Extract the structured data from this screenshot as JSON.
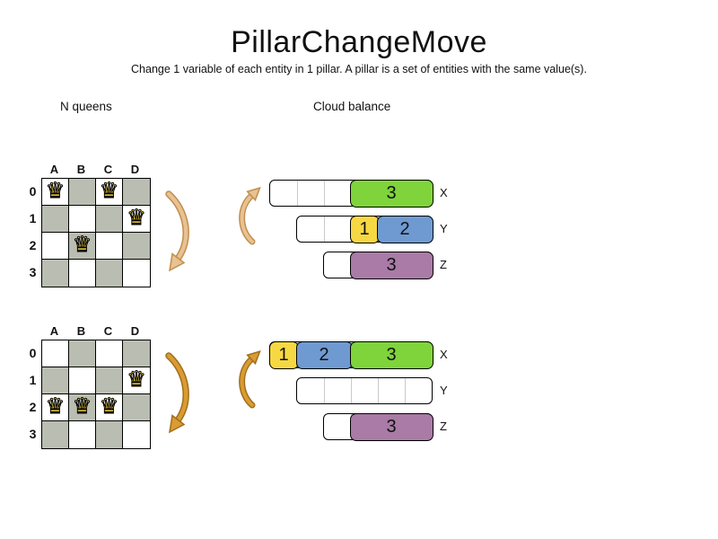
{
  "title": "PillarChangeMove",
  "subtitle": "Change 1 variable of each entity in 1 pillar. A pillar is a set of entities with the same value(s).",
  "sections": {
    "nqueens_label": "N queens",
    "cloud_label": "Cloud balance"
  },
  "nqueens": {
    "boards": [
      {
        "state": "before",
        "columns": [
          "A",
          "B",
          "C",
          "D"
        ],
        "rows": [
          "0",
          "1",
          "2",
          "3"
        ],
        "queens": [
          "A0",
          "C0",
          "D1",
          "B2"
        ]
      },
      {
        "state": "after",
        "columns": [
          "A",
          "B",
          "C",
          "D"
        ],
        "rows": [
          "0",
          "1",
          "2",
          "3"
        ],
        "queens": [
          "D1",
          "A2",
          "B2",
          "C2"
        ]
      }
    ]
  },
  "cloud": {
    "bars": [
      {
        "computer": "X",
        "state": "before",
        "capacity": 6,
        "blocks": [
          {
            "label": "3",
            "size": 3,
            "offset": 3,
            "color": "green"
          }
        ]
      },
      {
        "computer": "Y",
        "state": "before",
        "capacity": 5,
        "blocks": [
          {
            "label": "1",
            "size": 1,
            "offset": 2,
            "color": "yellow"
          },
          {
            "label": "2",
            "size": 2,
            "offset": 3,
            "color": "blue"
          }
        ]
      },
      {
        "computer": "Z",
        "state": "before",
        "capacity": 4,
        "blocks": [
          {
            "label": "3",
            "size": 3,
            "offset": 1,
            "color": "purple"
          }
        ]
      },
      {
        "computer": "X",
        "state": "after",
        "capacity": 6,
        "blocks": [
          {
            "label": "1",
            "size": 1,
            "offset": 0,
            "color": "yellow"
          },
          {
            "label": "2",
            "size": 2,
            "offset": 1,
            "color": "blue"
          },
          {
            "label": "3",
            "size": 3,
            "offset": 3,
            "color": "green"
          }
        ]
      },
      {
        "computer": "Y",
        "state": "after",
        "capacity": 5,
        "blocks": []
      },
      {
        "computer": "Z",
        "state": "after",
        "capacity": 4,
        "blocks": [
          {
            "label": "3",
            "size": 3,
            "offset": 1,
            "color": "purple"
          }
        ]
      }
    ]
  },
  "icons": {
    "queen": "♛"
  },
  "colors": {
    "green": "#7ed43a",
    "yellow": "#f6d843",
    "blue": "#6f9ad1",
    "purple": "#a97ba6",
    "board_gray": "#b9bdb2",
    "queen_gold": "#f2d13c",
    "arrow_light_fill": "#e9c192",
    "arrow_light_stroke": "#bf8f4e",
    "arrow_dark_fill": "#db9b33",
    "arrow_dark_stroke": "#a06f1b"
  }
}
